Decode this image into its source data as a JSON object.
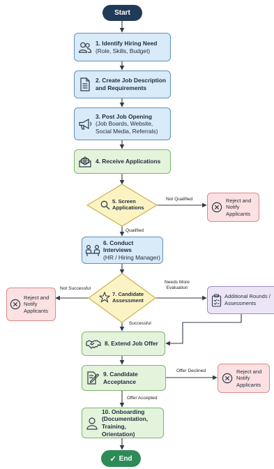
{
  "start": {
    "label": "Start"
  },
  "end": {
    "label": "End"
  },
  "steps": {
    "identify": {
      "title": "1. Identify Hiring Need",
      "detail": "(Role, Skills, Budget)"
    },
    "create_jd": {
      "title": "2. Create Job Description",
      "detail": "and Requirements"
    },
    "post_job": {
      "title": "3. Post Job Opening",
      "detail_1": "(Job Boards, Website,",
      "detail_2": "Social Media, Referrals)"
    },
    "receive": {
      "title": "4. Receive Applications"
    },
    "screen": {
      "line_1": "5. Screen",
      "line_2": "Applications"
    },
    "interviews": {
      "title": "6. Conduct Interviews",
      "detail": "(HR / Hiring Manager)"
    },
    "assessment": {
      "line_1": "7. Candidate",
      "line_2": "Assessment"
    },
    "offer": {
      "title": "8. Extend Job Offer"
    },
    "acceptance": {
      "title": "9. Candidate Acceptance"
    },
    "onboarding": {
      "title": "10. Onboarding",
      "detail_1": "(Documentation, Training,",
      "detail_2": "Orientation)"
    }
  },
  "outcomes": {
    "reject_screen": {
      "line_1": "Reject and",
      "line_2": "Notify",
      "line_3": "Applicants"
    },
    "reject_assessment": {
      "line_1": "Reject and",
      "line_2": "Notify",
      "line_3": "Applicants"
    },
    "additional_rounds": {
      "line_1": "Additional Rounds /",
      "line_2": "Assessments"
    },
    "reject_offer": {
      "line_1": "Reject and",
      "line_2": "Notify",
      "line_3": "Applicants"
    }
  },
  "edge_labels": {
    "not_qualified": "Not Qualified",
    "qualified": "Qualified",
    "not_successful": "Not Successful",
    "needs_more_1": "Needs More",
    "needs_more_2": "Evaluation",
    "successful": "Successful",
    "offer_declined": "Offer Declined",
    "offer_accepted": "Offer Accepted"
  },
  "colors": {
    "pill": "#1f3b57",
    "end_pill": "#2e8b57",
    "blue_fill": "#d9eaf8",
    "green_fill": "#e4f3dc",
    "diamond_fill": "#fbf3c4",
    "red_fill": "#fbe1e1",
    "purple_fill": "#ece5f6",
    "connector": "#2f3a48"
  },
  "icons": [
    "people-icon",
    "document-icon",
    "megaphone-icon",
    "inbox-icon",
    "magnifier-icon",
    "interview-icon",
    "star-icon",
    "clipboard-icon",
    "handshake-icon",
    "signing-icon",
    "person-icon",
    "reject-x-icon",
    "check-icon"
  ]
}
